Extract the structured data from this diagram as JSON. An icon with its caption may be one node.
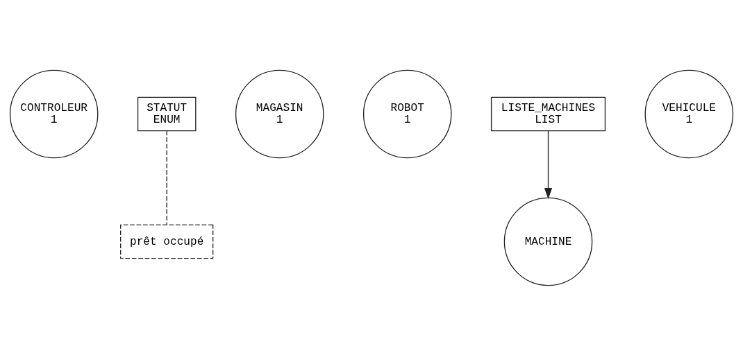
{
  "diagram": {
    "nodes": [
      {
        "text": [
          "CONTROLEUR",
          "1"
        ]
      },
      {
        "text": [
          "STATUT",
          "ENUM"
        ]
      },
      {
        "text": [
          "prêt occupé"
        ]
      },
      {
        "text": [
          "MAGASIN",
          "1"
        ]
      },
      {
        "text": [
          "ROBOT",
          "1"
        ]
      },
      {
        "text": [
          "LISTE_MACHINES",
          "LIST"
        ]
      },
      {
        "text": [
          "VEHICULE",
          "1"
        ]
      },
      {
        "text": [
          "MACHINE"
        ]
      }
    ],
    "edges": [
      {
        "from": 1,
        "to": 2,
        "arrow": "none",
        "style": "dashed"
      },
      {
        "from": 5,
        "to": 7,
        "arrow": "to"
      }
    ]
  }
}
